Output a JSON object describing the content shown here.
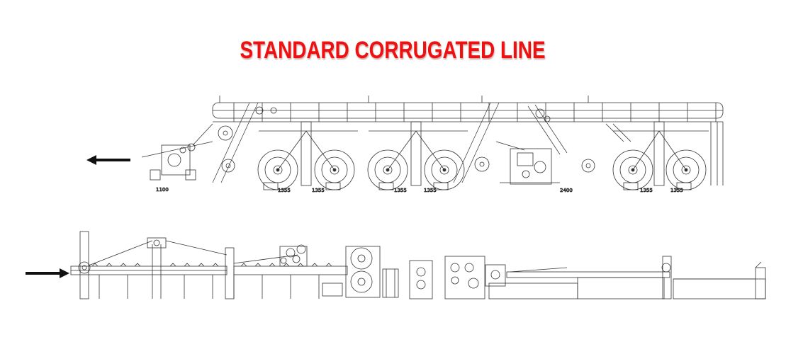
{
  "title": "STANDARD CORRUGATED LINE",
  "colors": {
    "title": "#ee1111",
    "line": "#333333",
    "arrow": "#111111"
  },
  "upper_dimensions": [
    "1100",
    "1355",
    "1355",
    "1355",
    "1355",
    "2400",
    "1355",
    "1355"
  ],
  "icons": {
    "upper_arrow": "arrow-left-icon",
    "lower_arrow": "arrow-right-icon"
  }
}
